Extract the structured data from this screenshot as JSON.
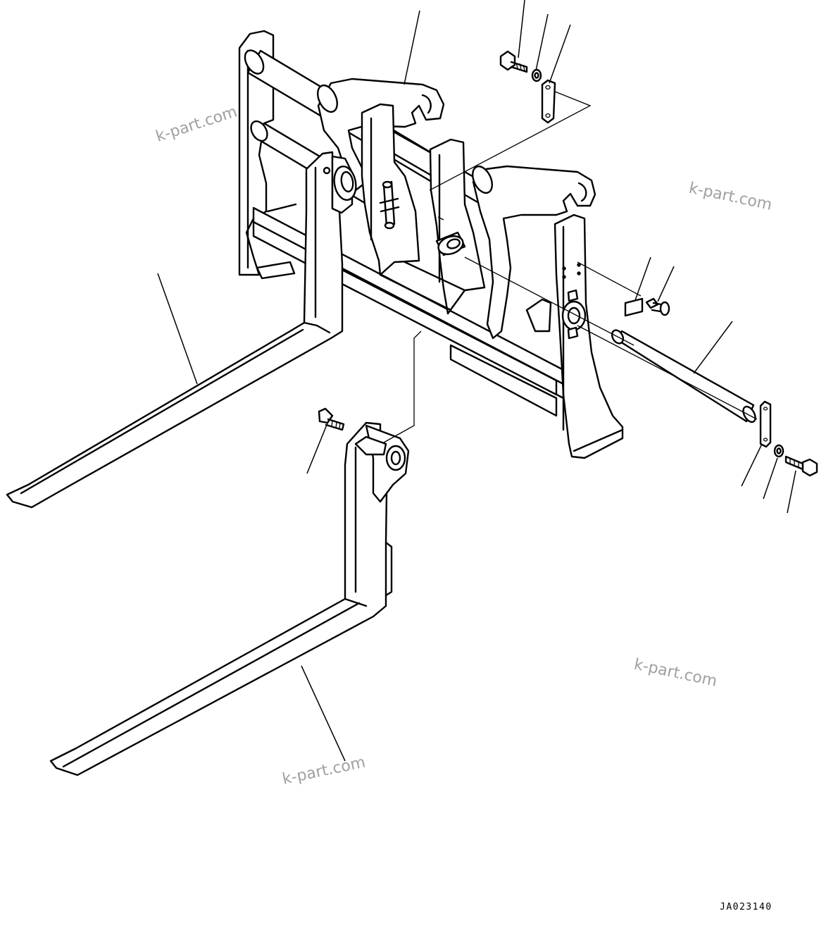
{
  "watermarks": {
    "wm1": "k-part.com",
    "wm2": "k-part.com",
    "wm3": "k-part.com",
    "wm4": "k-part.com"
  },
  "drawing_code": "JA023140",
  "colors": {
    "line": "#000000",
    "watermark": "#a0a0a0",
    "background": "#ffffff"
  }
}
